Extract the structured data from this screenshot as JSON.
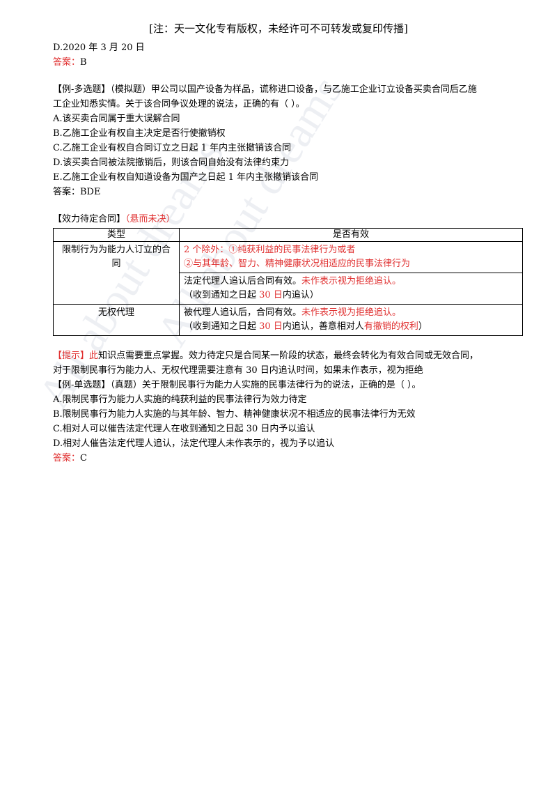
{
  "header": "[注：天一文化专有版权，未经许可不可转发或复印传播]",
  "watermark": "All about dreams",
  "block1": {
    "option_d": "D.2020 年 3 月 20 日",
    "answer_label": "答案：",
    "answer_value": "B"
  },
  "block2": {
    "question_line1": "【例-多选题】（模拟题）甲公司以国产设备为样品，谎称进口设备，与乙施工企业订立设备买卖合同后乙施",
    "question_line2": "工企业知悉实情。关于该合同争议处理的说法，正确的有（ ）。",
    "options": [
      "A.该买卖合同属于重大误解合同",
      "B.乙施工企业有权自主决定是否行使撤销权",
      "C.乙施工企业有权自合同订立之日起 1 年内主张撤销该合同",
      "D.该买卖合同被法院撤销后，则该合同自始没有法律约束力",
      "E.乙施工企业有权自知道设备为国产之日起 1 年内主张撤销该合同"
    ],
    "answer": "答案：BDE"
  },
  "section": {
    "title": "【效力待定合同】",
    "title_red": "（悬而未决）",
    "table": {
      "headers": [
        "类型",
        "是否有效"
      ],
      "row1_type": "限制行为为能力人订立的合同",
      "row1_a_line1": "2 个除外：①纯获利益的民事法律行为或者",
      "row1_a_line2": "②与其年龄、智力、精神健康状况相适应的民事法律行为",
      "row1_b_line1_black": "法定代理人追认后合同有效。",
      "row1_b_line1_red": "未作表示视为拒绝追认。",
      "row1_b_line2_a": "（收到通知之日起 ",
      "row1_b_line2_red": "30 日",
      "row1_b_line2_b": "内追认）",
      "row2_type": "无权代理",
      "row2_line1_black": "被代理人追认后，合同有效。",
      "row2_line1_red": "未作表示视为拒绝追认。",
      "row2_line2_a": "（收到通知之日起 ",
      "row2_line2_red1": "30 日",
      "row2_line2_b": "内追认，善意相对人",
      "row2_line2_red2": "有撤销的权利",
      "row2_line2_c": "）"
    }
  },
  "tip": {
    "label": "【提示】",
    "red_char": "此",
    "line1_rest": "知识点需要重点掌握。效力待定只是合同某一阶段的状态，最终会转化为有效合同或无效合同，",
    "line2": "对于限制民事行为能力人、无权代理需要注意有 30 日内追认时间，如果未作表示，视为拒绝"
  },
  "block3": {
    "question": "【例-单选题】（真题）关于限制民事行为能力人实施的民事法律行为的说法，正确的是（ ）。",
    "options": [
      "A.限制民事行为能力人实施的纯获利益的民事法律行为效力待定",
      "B.限制民事行为能力人实施的与其年龄、智力、精神健康状况不相适应的民事法律行为无效",
      "C.相对人可以催告法定代理人在收到通知之日起 30 日内予以追认",
      "D.相对人催告法定代理人追认，法定代理人未作表示的，视为予以追认"
    ],
    "answer_label": "答案：",
    "answer_value": "C"
  }
}
